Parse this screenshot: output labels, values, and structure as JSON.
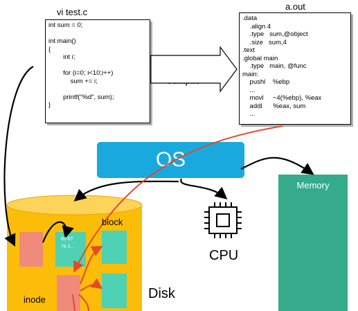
{
  "source_file": {
    "title": "vi test.c",
    "lines": [
      "int sum = 0;",
      "",
      "int main()",
      "{",
      "        int i;",
      "",
      "        for (i=0; i<10;i++)",
      "            sum += i;",
      "",
      "        printf(“%d”, sum);",
      "}"
    ]
  },
  "compile_label": "compile",
  "binary_file": {
    "title": "a.out",
    "lines": [
      ".data",
      "    .align 4",
      "    .type   sum,@object",
      "    .size   sum,4",
      ".text",
      ".global main",
      "    .type   main, @func",
      "main:",
      "    pushl    %ebp",
      "    ...",
      "    movl     −4(%ebp), %eax",
      "    addl      %eax, sum",
      "    ..."
    ]
  },
  "os_label": "OS",
  "memory_label": "Memory",
  "cpu_label": "CPU",
  "disk_label": "Disk",
  "block_label": "block",
  "inode_label": "inode",
  "block_content": [
    "69 67",
    "74 2.."
  ],
  "colors": {
    "os": "#19a9df",
    "memory": "#35ab8b",
    "disk": "#fbbd08",
    "inode_block": "#f08a7a",
    "data_block": "#4fd1b4",
    "red_arrow": "#e24a2a"
  }
}
